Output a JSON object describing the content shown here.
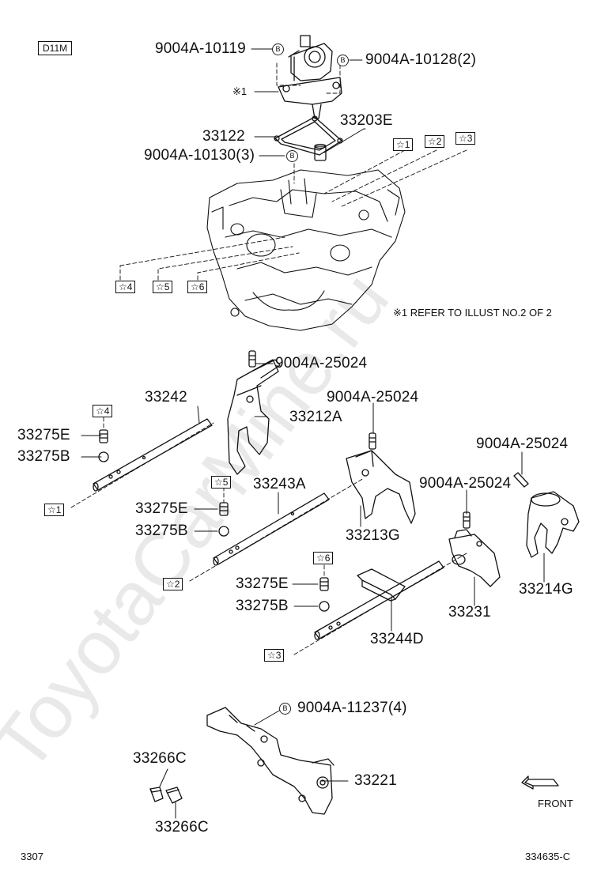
{
  "header": {
    "code": "D11M"
  },
  "watermark": "ToyotaCarMine.ru",
  "parts": {
    "bolt_10119": "9004A-10119",
    "bolt_10128": "9004A-10128(2)",
    "ref_mark": "※1",
    "gasket": "33122",
    "sub_33203E": "33203E",
    "bolt_10130": "9004A-10130(3)",
    "pin_25024_a": "9004A-25024",
    "shaft_33242": "33242",
    "fork_33212A": "33212A",
    "pin_25024_b": "9004A-25024",
    "ball_e1": "33275E",
    "ball_b1": "33275B",
    "shaft_33243A": "33243A",
    "ball_e2": "33275E",
    "ball_b2": "33275B",
    "fork_33213G": "33213G",
    "pin_25024_c": "9004A-25024",
    "pin_25024_d": "9004A-25024",
    "ball_e3": "33275E",
    "ball_b3": "33275B",
    "shaft_33244D": "33244D",
    "head_33231": "33231",
    "fork_33214G": "33214G",
    "bolt_11237": "9004A-11237(4)",
    "bracket_33221": "33221",
    "clip_top": "33266C",
    "clip_bottom": "33266C"
  },
  "note": "※1 REFER TO ILLUST NO.2 OF 2",
  "markers": {
    "s1": "☆1",
    "s2": "☆2",
    "s3": "☆3",
    "s4": "☆4",
    "s5": "☆5",
    "s6": "☆6",
    "b": "B"
  },
  "front_label": "FRONT",
  "footer": {
    "left": "3307",
    "right": "334635-C"
  }
}
